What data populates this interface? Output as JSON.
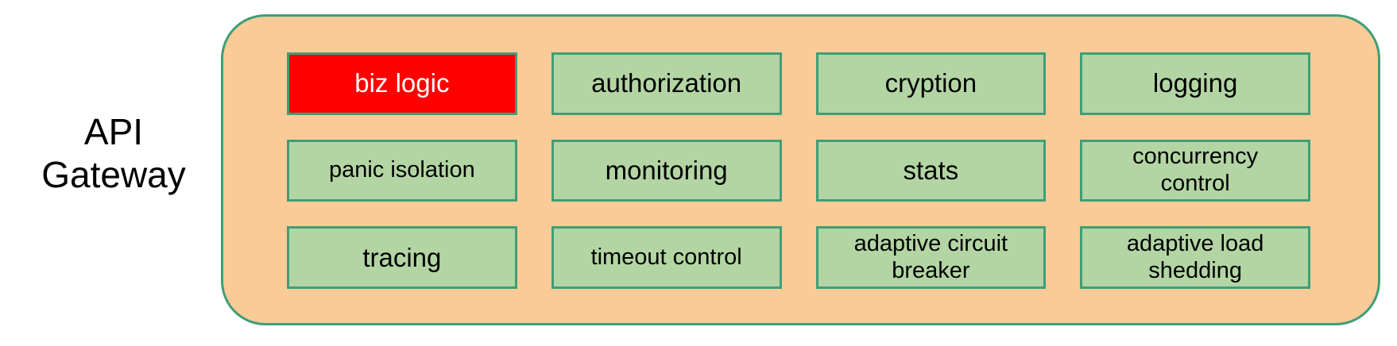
{
  "label": {
    "text": "API\nGateway"
  },
  "colors": {
    "container_fill": "#facb97",
    "container_border": "#3f9e76",
    "box_fill": "#b3d5a4",
    "box_border": "#3f9e76",
    "highlight_fill": "#ff0000",
    "highlight_text": "#ffffff",
    "text": "#000000"
  },
  "grid": {
    "columns": 4,
    "rows": 3,
    "cells": [
      {
        "label": "biz logic",
        "highlighted": true,
        "size": "normal",
        "lines": 1
      },
      {
        "label": "authorization",
        "highlighted": false,
        "size": "normal",
        "lines": 1
      },
      {
        "label": "cryption",
        "highlighted": false,
        "size": "normal",
        "lines": 1
      },
      {
        "label": "logging",
        "highlighted": false,
        "size": "normal",
        "lines": 1
      },
      {
        "label": "panic isolation",
        "highlighted": false,
        "size": "small",
        "lines": 1
      },
      {
        "label": "monitoring",
        "highlighted": false,
        "size": "normal",
        "lines": 1
      },
      {
        "label": "stats",
        "highlighted": false,
        "size": "normal",
        "lines": 1
      },
      {
        "label": "concurrency\ncontrol",
        "highlighted": false,
        "size": "two-line",
        "lines": 2
      },
      {
        "label": "tracing",
        "highlighted": false,
        "size": "normal",
        "lines": 1
      },
      {
        "label": "timeout control",
        "highlighted": false,
        "size": "small",
        "lines": 1
      },
      {
        "label": "adaptive circuit\nbreaker",
        "highlighted": false,
        "size": "two-line",
        "lines": 2
      },
      {
        "label": "adaptive load\nshedding",
        "highlighted": false,
        "size": "two-line",
        "lines": 2
      }
    ]
  }
}
